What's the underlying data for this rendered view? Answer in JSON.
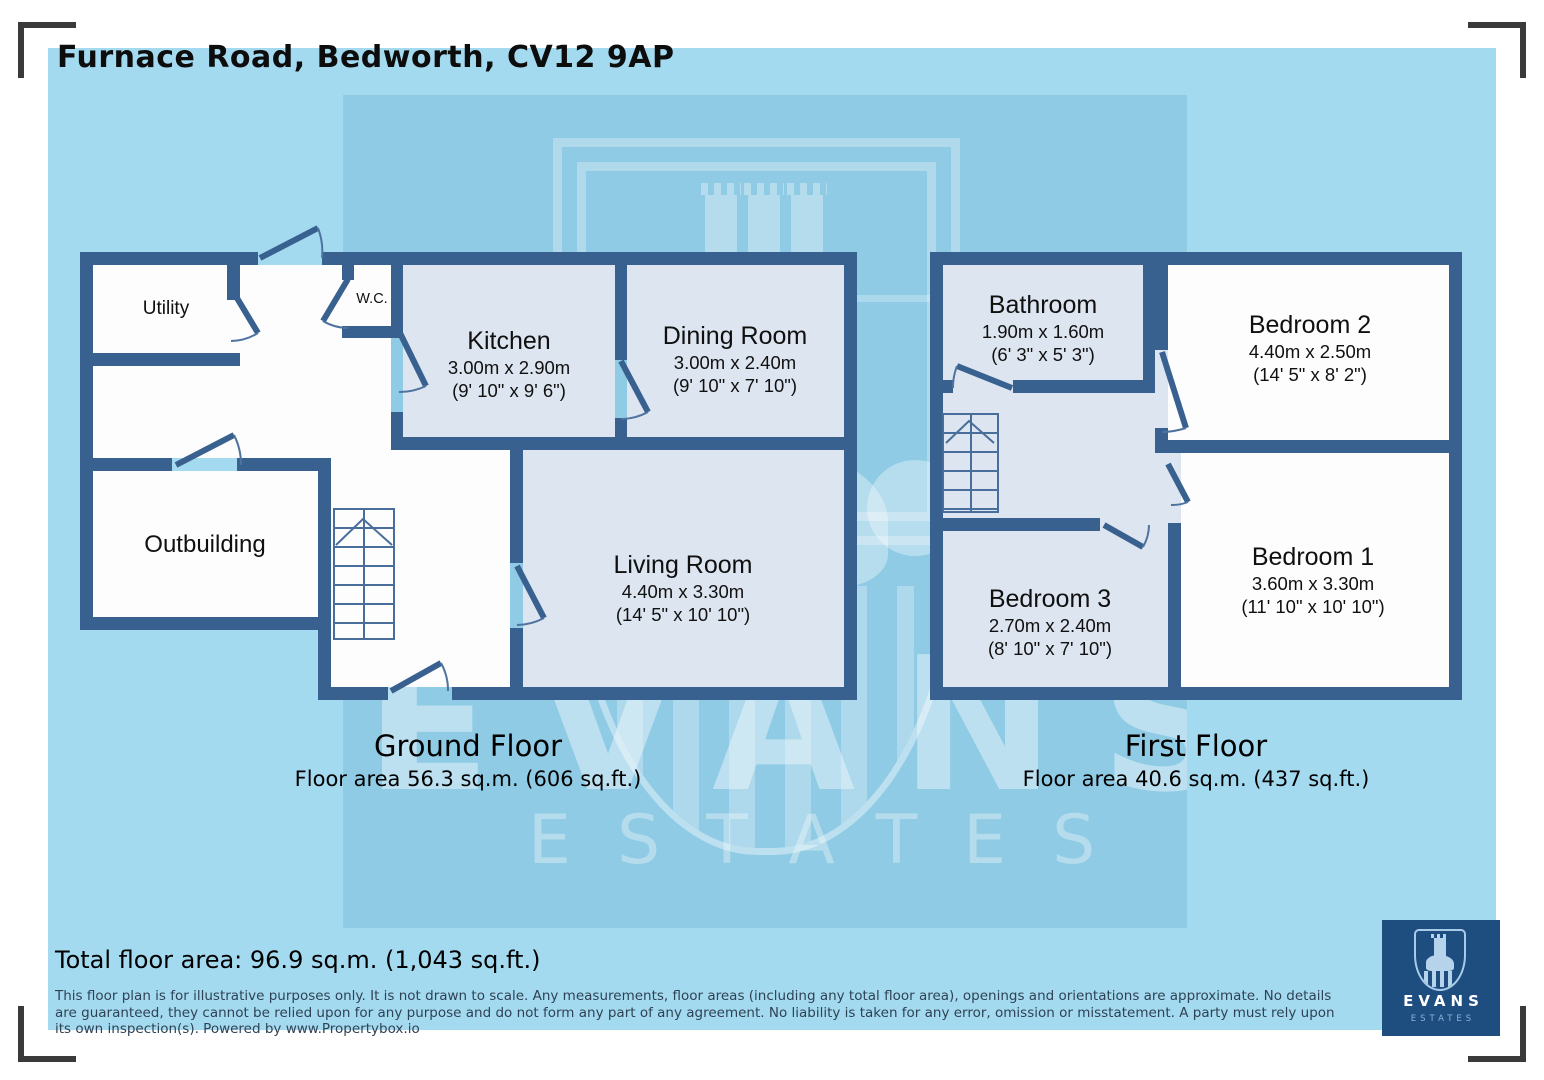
{
  "title": "Furnace Road, Bedworth, CV12 9AP",
  "ground_floor": {
    "name": "Ground Floor",
    "area": "Floor area 56.3 sq.m. (606 sq.ft.)",
    "rooms": [
      {
        "name": "Utility"
      },
      {
        "name": "W.C."
      },
      {
        "name": "Kitchen",
        "metric": "3.00m x 2.90m",
        "imperial": "(9' 10\" x 9' 6\")"
      },
      {
        "name": "Dining Room",
        "metric": "3.00m x 2.40m",
        "imperial": "(9' 10\" x 7' 10\")"
      },
      {
        "name": "Living Room",
        "metric": "4.40m x 3.30m",
        "imperial": "(14' 5\" x 10' 10\")"
      },
      {
        "name": "Outbuilding"
      }
    ]
  },
  "first_floor": {
    "name": "First Floor",
    "area": "Floor area 40.6 sq.m. (437 sq.ft.)",
    "rooms": [
      {
        "name": "Bathroom",
        "metric": "1.90m x 1.60m",
        "imperial": "(6' 3\" x 5' 3\")"
      },
      {
        "name": "Bedroom 2",
        "metric": "4.40m x 2.50m",
        "imperial": "(14' 5\" x 8' 2\")"
      },
      {
        "name": "Bedroom 1",
        "metric": "3.60m x 3.30m",
        "imperial": "(11' 10\" x 10' 10\")"
      },
      {
        "name": "Bedroom 3",
        "metric": "2.70m x 2.40m",
        "imperial": "(8' 10\" x 7' 10\")"
      }
    ]
  },
  "total_area": "Total floor area: 96.9 sq.m. (1,043 sq.ft.)",
  "disclaimer": "This floor plan is for illustrative purposes only. It is not drawn to scale. Any measurements, floor areas (including any total floor area), openings and orientations are approximate. No details are guaranteed, they cannot be relied upon for any purpose and do not form any part of any agreement. No liability is taken for any error, omission or misstatement. A party must rely upon its own inspection(s). Powered by www.Propertybox.io",
  "watermark": {
    "line1": "EVANS",
    "line2": "ESTATES"
  },
  "logo": {
    "line1": "EVANS",
    "line2": "ESTATES"
  },
  "colors": {
    "background_blue": "#a4daf0",
    "watermark_blue": "#8fcbe4",
    "wall_blue": "#39618f",
    "room_light_fill": "#dde5f0",
    "room_white_fill": "#fdfdfe",
    "logo_navy": "#1e4d80"
  }
}
